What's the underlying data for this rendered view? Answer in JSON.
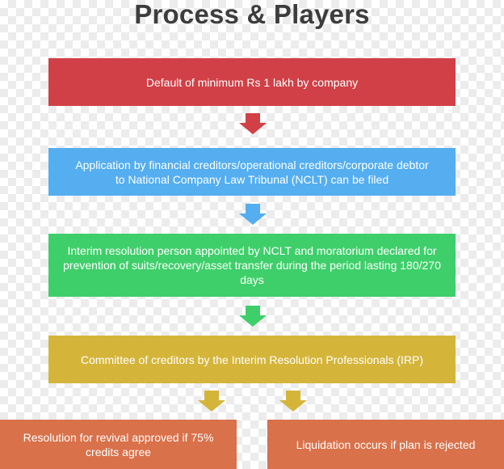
{
  "title": "Process & Players",
  "colors": {
    "step1": "#d14046",
    "step2": "#54aef0",
    "step3": "#3ecf6a",
    "step4": "#d4b53a",
    "outcome": "#d9714a"
  },
  "steps": [
    {
      "text": "Default of minimum Rs 1 lakh by company"
    },
    {
      "text": "Application by financial creditors/operational creditors/corporate debtor to National Company Law Tribunal (NCLT) can be filed"
    },
    {
      "text": "Interim resolution person appointed by NCLT and moratorium declared for prevention of suits/recovery/asset transfer during the period lasting 180/270 days"
    },
    {
      "text": "Committee of creditors by the Interim Resolution Professionals (IRP)"
    }
  ],
  "outcomes": [
    {
      "text": "Resolution for revival approved if 75% credits agree"
    },
    {
      "text": "Liquidation occurs if plan is rejected"
    }
  ]
}
